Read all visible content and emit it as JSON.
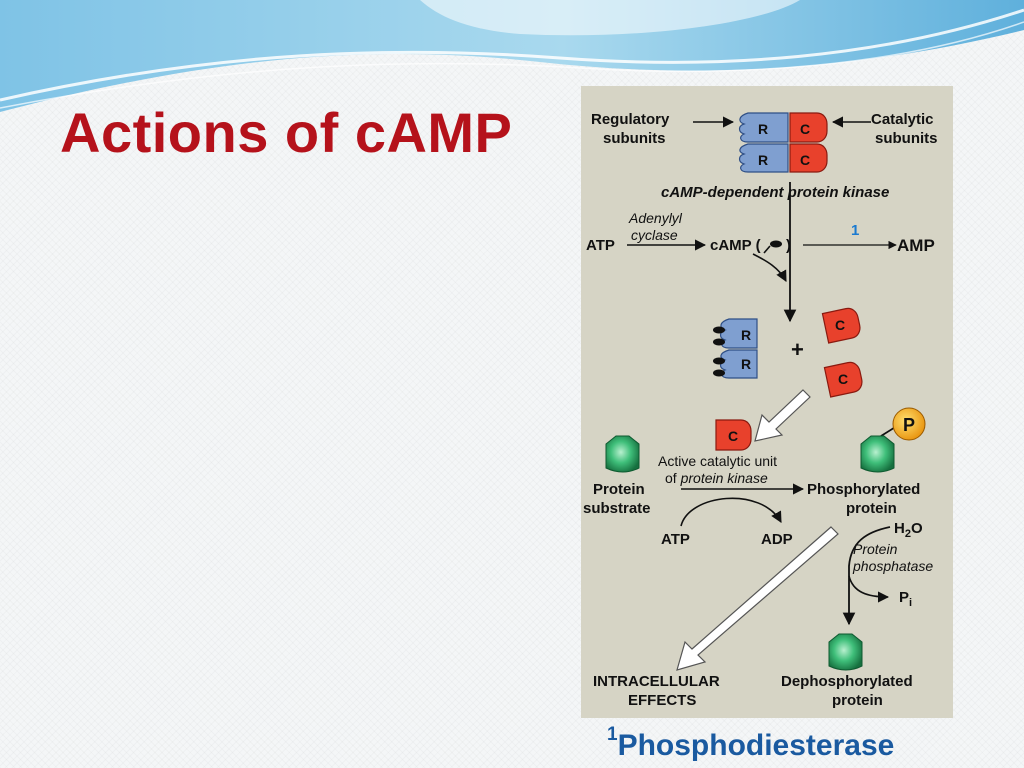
{
  "slide": {
    "title": "Actions of cAMP",
    "footnote_marker": "1",
    "footnote_text": "Phosphodiesterase"
  },
  "colors": {
    "title": "#b5121b",
    "footnote": "#1a5aa0",
    "regulatory": "#7f9fd0",
    "catalytic": "#e8412c",
    "substrate": "#2a9a5a",
    "phosphate": "#f5a623"
  },
  "diagram": {
    "regulatory_label": [
      "Regulatory",
      "subunits"
    ],
    "catalytic_label": [
      "Catalytic",
      "subunits"
    ],
    "r": "R",
    "c": "C",
    "kinase_label": "cAMP-dependent protein kinase",
    "enzyme_label": [
      "Adenylyl",
      "cyclase"
    ],
    "atp": "ATP",
    "camp": "cAMP (",
    "camp_close": ")",
    "pde_marker": "1",
    "amp": "AMP",
    "plus": "+",
    "active_unit_label": [
      "Active catalytic unit",
      "of "
    ],
    "active_unit_italic": "protein kinase",
    "p": "P",
    "protein_substrate": [
      "Protein",
      "substrate"
    ],
    "phosphorylated": [
      "Phosphorylated",
      "protein"
    ],
    "atp2": "ATP",
    "adp": "ADP",
    "h2o_h": "H",
    "h2o_sub": "2",
    "h2o_o": "O",
    "phosphatase_label": [
      "Protein",
      "phosphatase"
    ],
    "pi_p": "P",
    "pi_sub": "i",
    "intracellular": [
      "INTRACELLULAR",
      "EFFECTS"
    ],
    "dephosphorylated": [
      "Dephosphorylated",
      "protein"
    ]
  }
}
